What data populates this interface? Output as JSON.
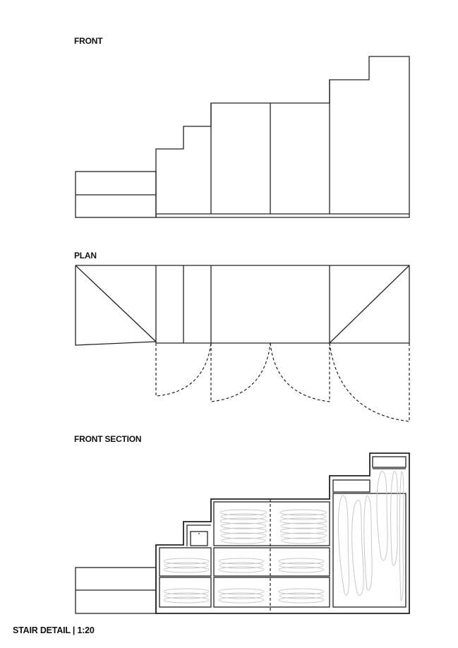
{
  "labels": {
    "front": "FRONT",
    "plan": "PLAN",
    "front_section": "FRONT SECTION",
    "title": "STAIR DETAIL | 1:20"
  }
}
